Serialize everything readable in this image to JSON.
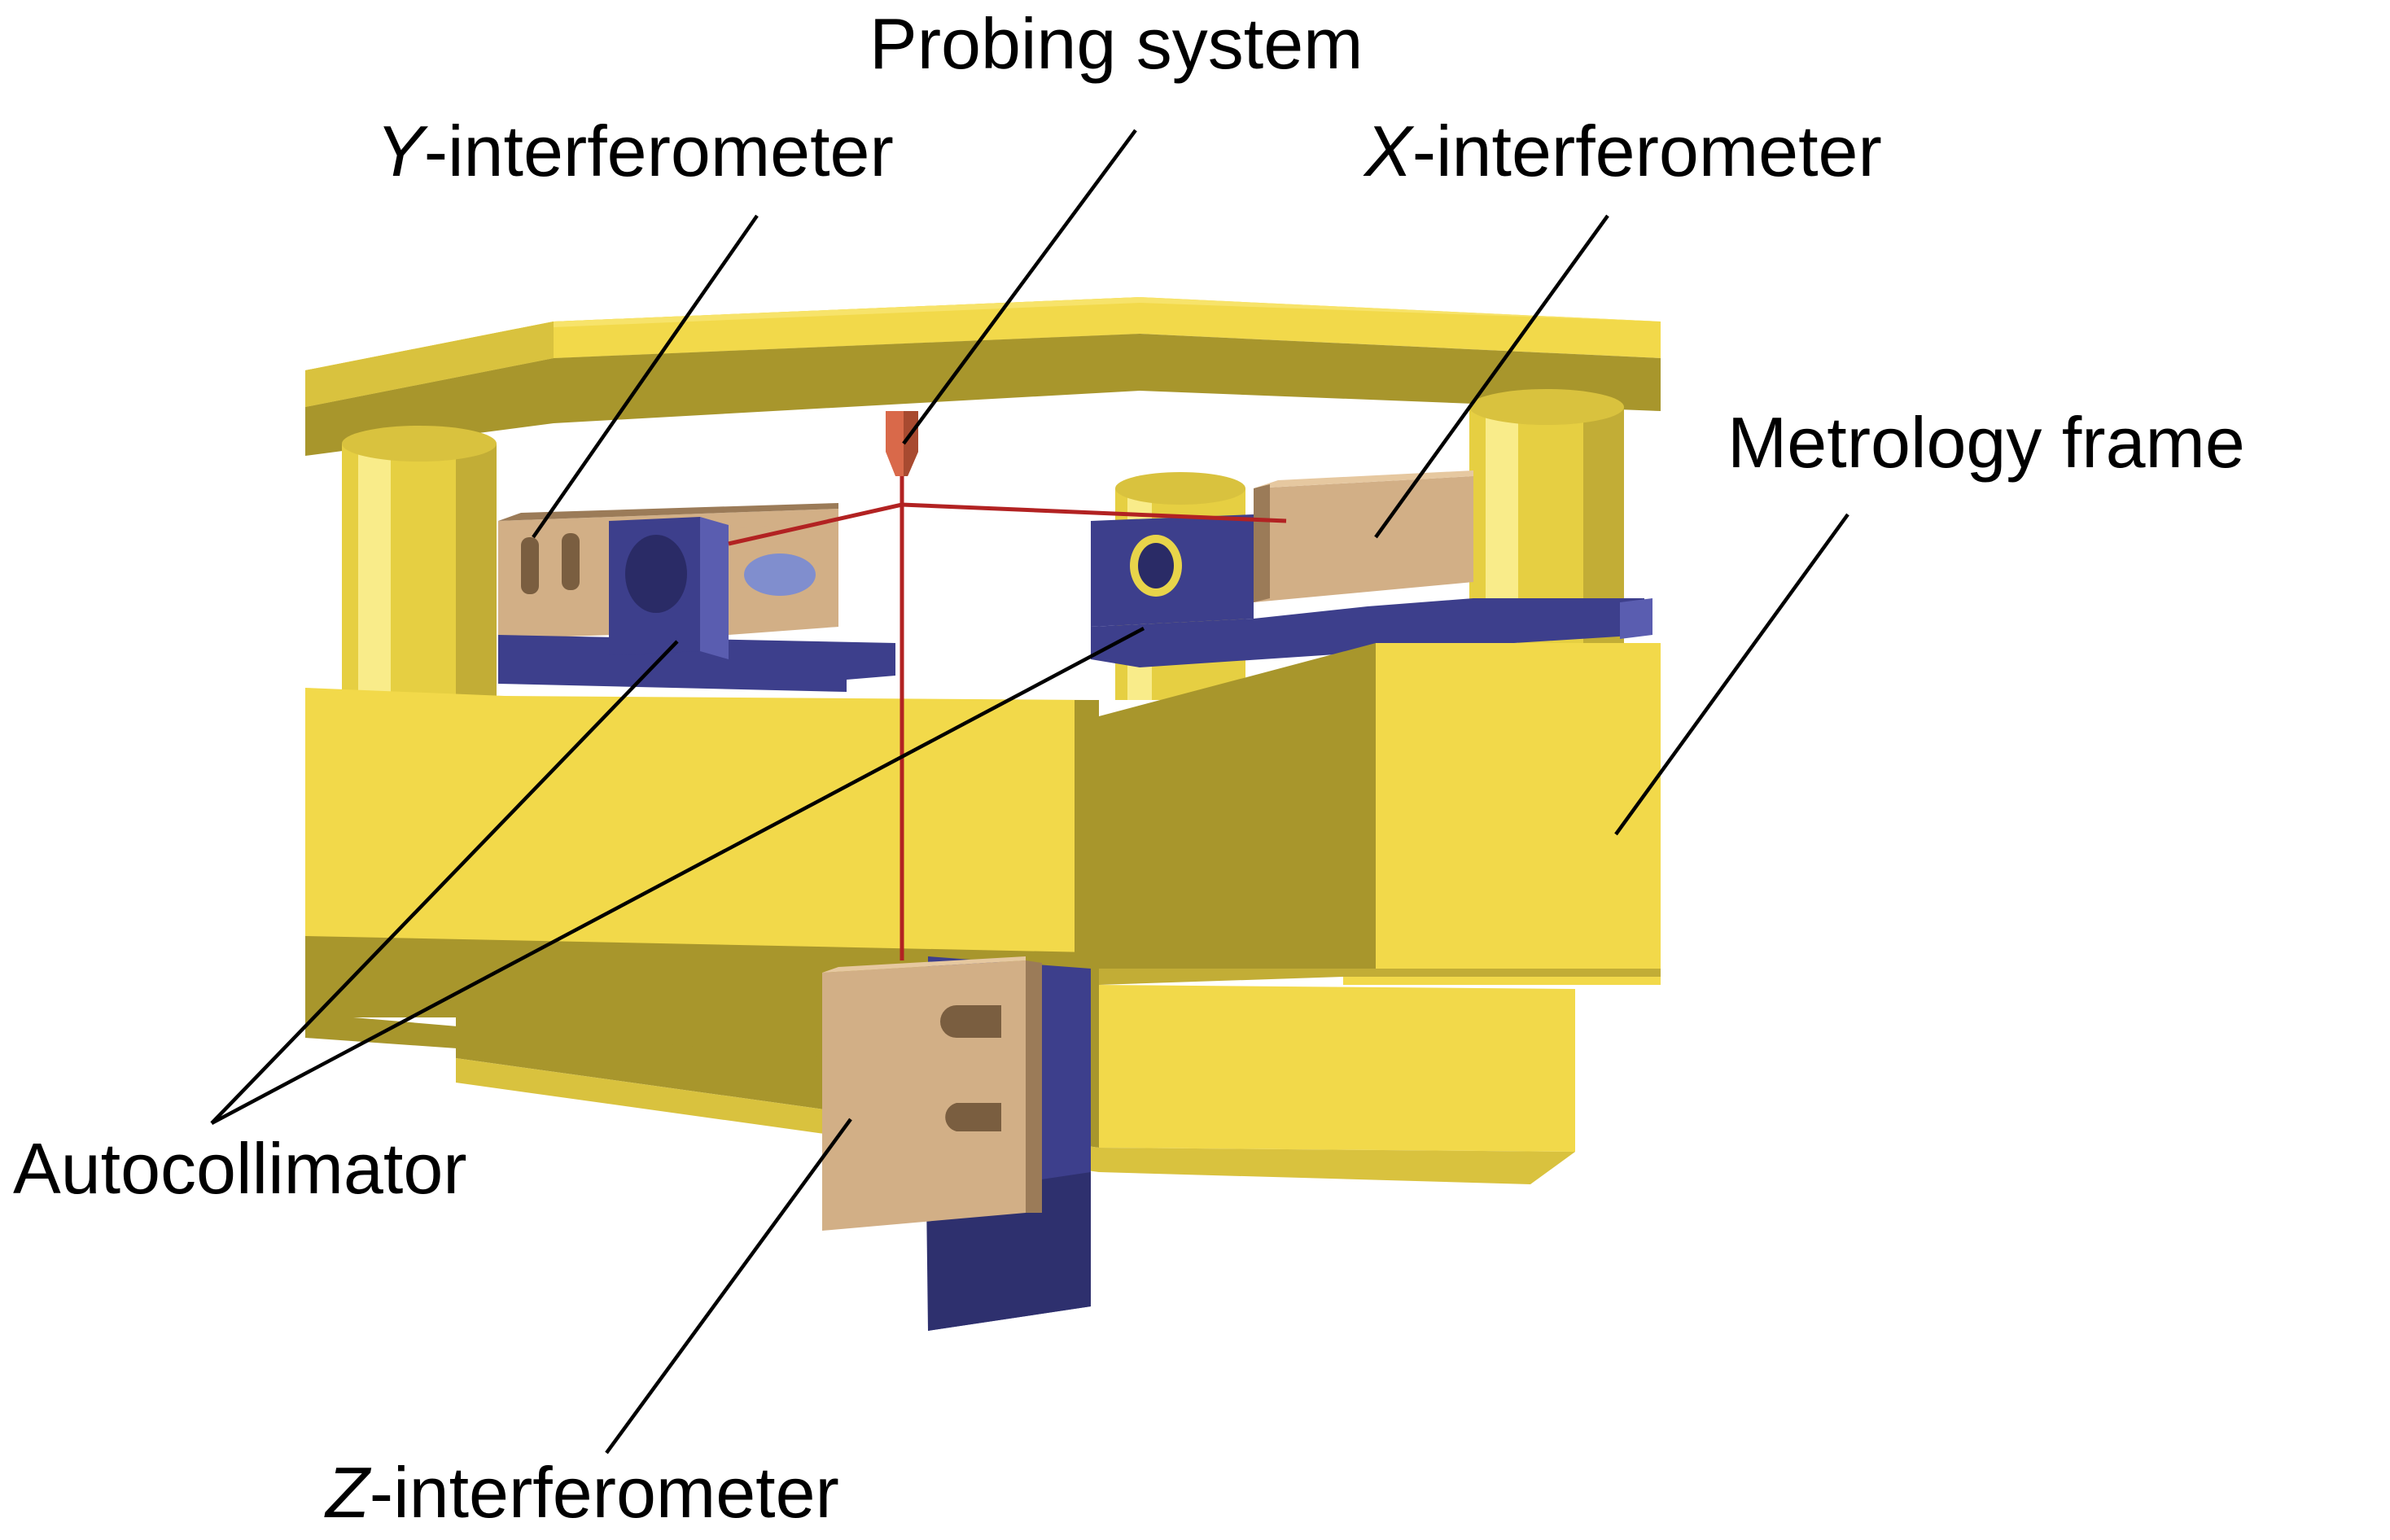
{
  "labels": {
    "probing_system": "Probing system",
    "y_interferometer": {
      "axis": "Y",
      "rest": "-interferometer"
    },
    "x_interferometer": {
      "axis": "X",
      "rest": "-interferometer"
    },
    "metrology_frame": "Metrology frame",
    "autocollimator": "Autocollimator",
    "z_interferometer": {
      "axis": "Z",
      "rest": "-interferometer"
    }
  },
  "colors": {
    "frame_yellow": "#F2D94A",
    "frame_yellow_dark": "#A8962C",
    "frame_yellow_mid": "#D9C23E",
    "interferometer_tan": "#D2AF86",
    "interferometer_tan_dark": "#9B7B58",
    "autocollimator_blue": "#3D3F8C",
    "autocollimator_blue_light": "#5A5DB0",
    "beam_red": "#B22222",
    "probe_orange": "#D9694A",
    "leader_line": "#000000"
  }
}
